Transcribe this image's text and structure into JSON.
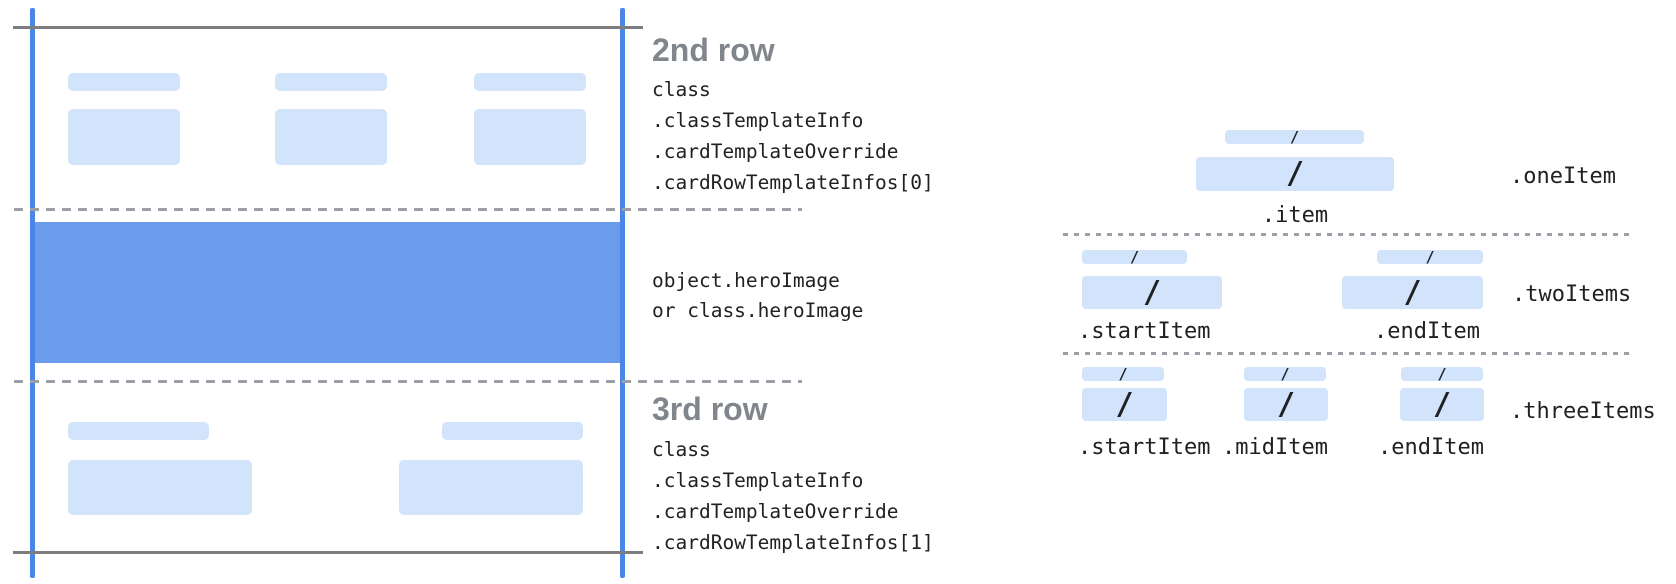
{
  "left_card": {
    "row2": {
      "heading": "2nd row",
      "code_lines": [
        "class",
        ".classTemplateInfo",
        ".cardTemplateOverride",
        ".cardRowTemplateInfos[0]"
      ]
    },
    "hero": {
      "code_lines": [
        "object.heroImage",
        "or class.heroImage"
      ]
    },
    "row3": {
      "heading": "3rd row",
      "code_lines": [
        "class",
        ".classTemplateInfo",
        ".cardTemplateOverride",
        ".cardRowTemplateInfos[1]"
      ]
    }
  },
  "item_layouts": {
    "one_item": {
      "group_label": ".oneItem",
      "item_labels": [
        ".item"
      ]
    },
    "two_items": {
      "group_label": ".twoItems",
      "item_labels": [
        ".startItem",
        ".endItem"
      ]
    },
    "three_items": {
      "group_label": ".threeItems",
      "item_labels": [
        ".startItem",
        ".midItem",
        ".endItem"
      ]
    }
  },
  "glyphs": {
    "slash": "/"
  },
  "colors": {
    "placeholder_blue": "#d2e3fc",
    "hero_blue": "#6b9bed",
    "edge_line_blue": "#4a86e8",
    "solid_line_gray": "#7d7d7d",
    "dash_gray": "#9aa0a6",
    "heading_gray": "#80868b",
    "code_text": "#202124"
  }
}
